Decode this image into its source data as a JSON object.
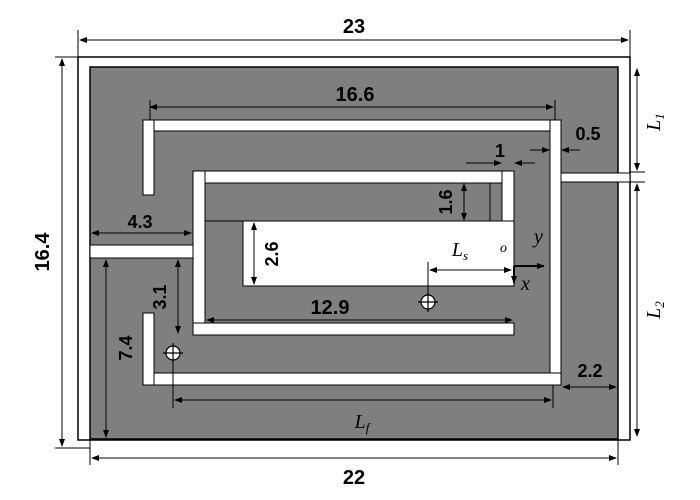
{
  "dimensions": {
    "overall_width": "23",
    "overall_height": "16.4",
    "bottom_width": "22",
    "top_slot": "16.6",
    "gap_1": "1",
    "gap_05": "0.5",
    "inner_16": "1.6",
    "left_43": "4.3",
    "inner_26": "2.6",
    "left_31": "3.1",
    "middle_129": "12.9",
    "left_74": "7.4",
    "right_22": "2.2"
  },
  "symbols": {
    "L1_main": "L",
    "L1_sub": "1",
    "L2_main": "L",
    "L2_sub": "2",
    "Ls_main": "L",
    "Ls_sub": "s",
    "Lf_main": "L",
    "Lf_sub": "f",
    "origin": "o",
    "axis_y": "y",
    "axis_x": "x"
  },
  "colors": {
    "metal": "#7f7f7f",
    "substrate": "#ffffff",
    "line": "#000000"
  }
}
